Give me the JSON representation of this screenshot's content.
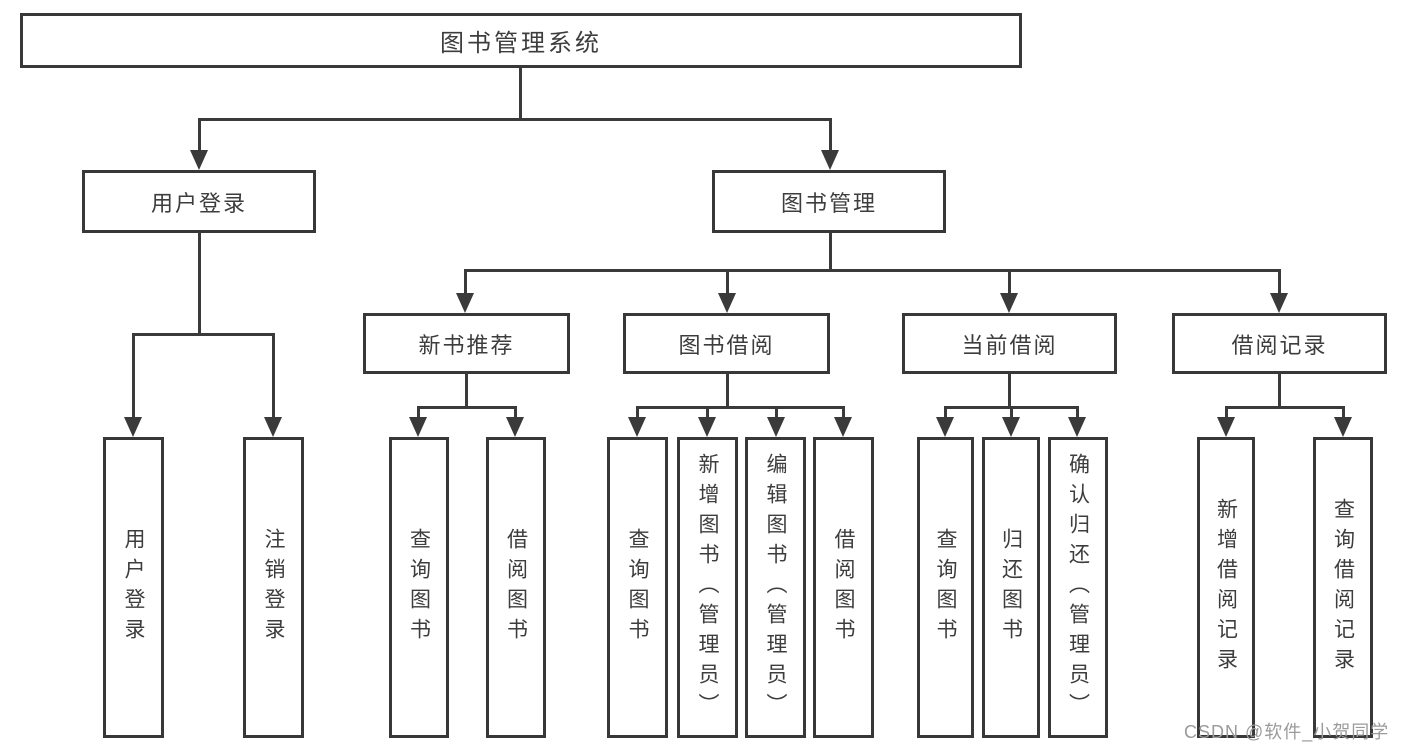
{
  "root": {
    "label": "图书管理系统"
  },
  "level2": {
    "user_login": {
      "label": "用户登录"
    },
    "book_mgmt": {
      "label": "图书管理"
    }
  },
  "level3": {
    "new_books": {
      "label": "新书推荐"
    },
    "book_borrow": {
      "label": "图书借阅"
    },
    "current_borrow": {
      "label": "当前借阅"
    },
    "borrow_records": {
      "label": "借阅记录"
    }
  },
  "leaves": {
    "user_login": [
      "用户登录",
      "注销登录"
    ],
    "new_books": [
      "查询图书",
      "借阅图书"
    ],
    "book_borrow": [
      "查询图书",
      "新增图书（管理员）",
      "编辑图书（管理员）",
      "借阅图书"
    ],
    "current_borrow": [
      "查询图书",
      "归还图书",
      "确认归还（管理员）"
    ],
    "borrow_records": [
      "新增借阅记录",
      "查询借阅记录"
    ]
  },
  "watermark": {
    "text": "CSDN @软件_小贺同学"
  },
  "colors": {
    "line": "#3a3a3a",
    "border": "#383838",
    "text": "#3d3d3d",
    "watermark": "#9b9b9b",
    "background": "#ffffff"
  }
}
